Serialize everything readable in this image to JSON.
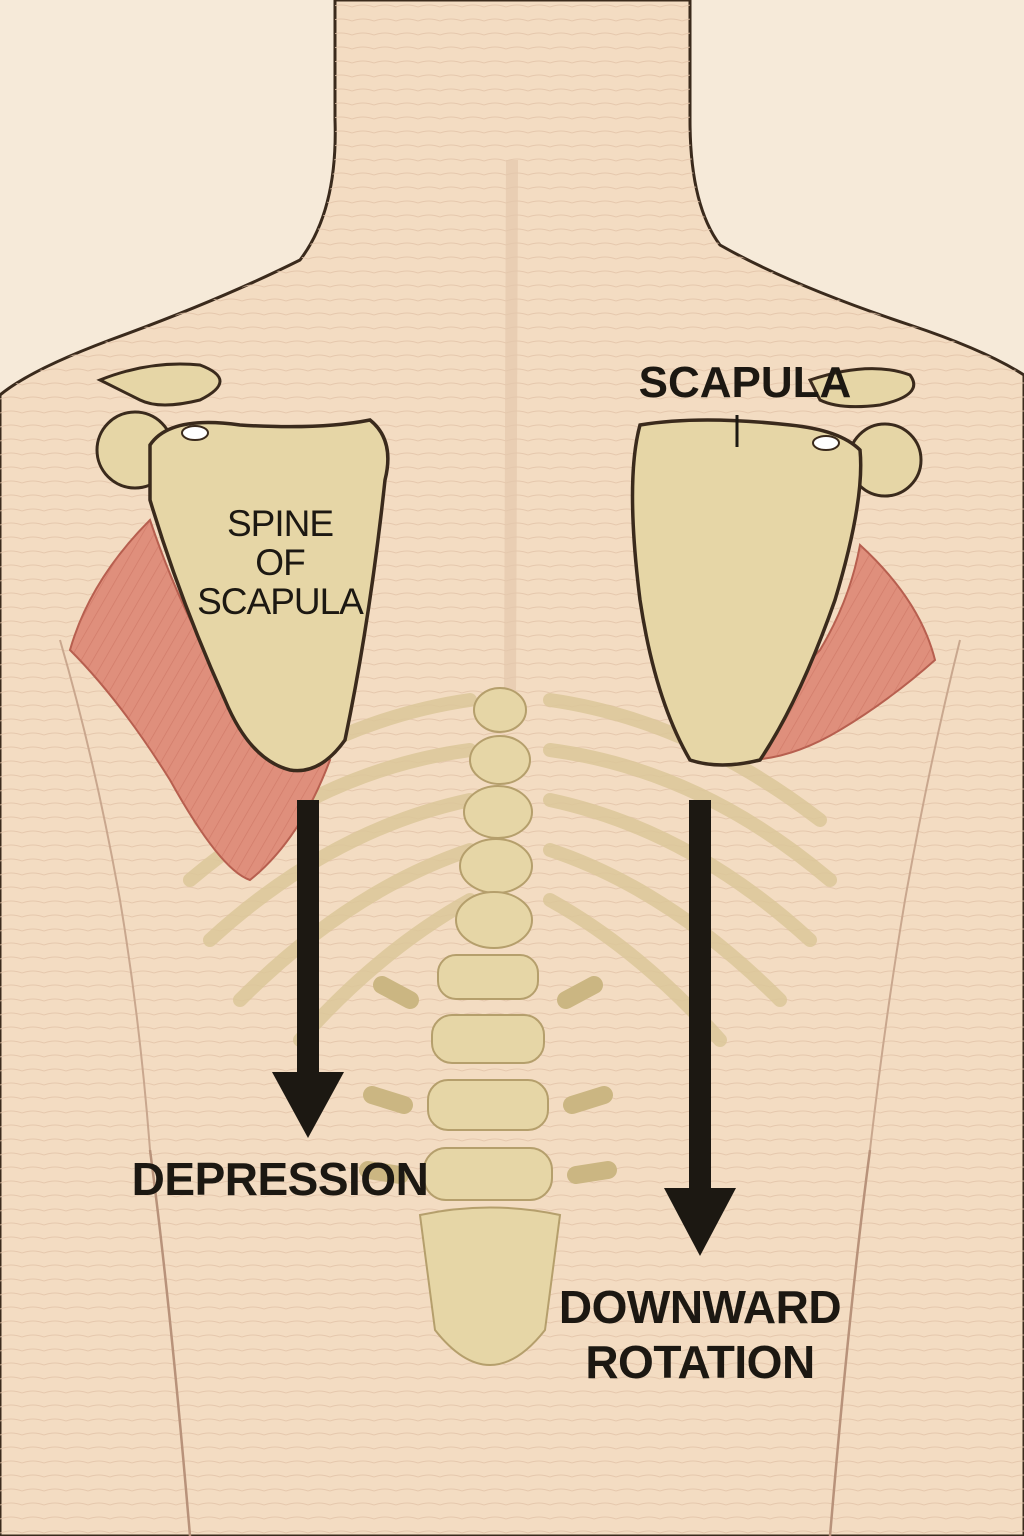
{
  "labels": {
    "spine_of_scapula": "SPINE\nOF\nSCAPULA",
    "scapula": "SCAPULA",
    "depression": "DEPRESSION",
    "downward_rotation": "DOWNWARD\nROTATION"
  },
  "colors": {
    "background": "#f6ead9",
    "skin": "#f3dcc2",
    "skin_line": "#d9b39a",
    "outline": "#3a2a1c",
    "bone": "#e6d6a6",
    "bone_shadow": "#cbb682",
    "muscle": "#df8f7c",
    "muscle_line": "#c56b5a",
    "arrow": "#1c1812"
  }
}
